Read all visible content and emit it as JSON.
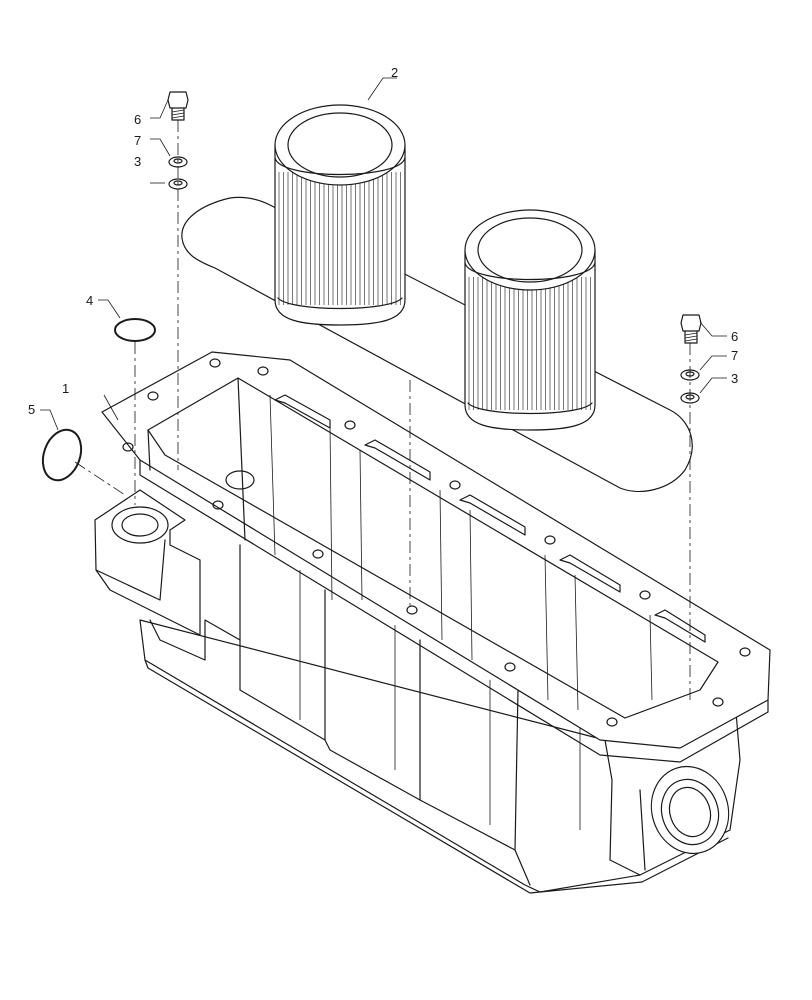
{
  "callouts": {
    "c1": "1",
    "c2": "2",
    "c3a": "3",
    "c3b": "3",
    "c4": "4",
    "c5": "5",
    "c6a": "6",
    "c6b": "6",
    "c7a": "7",
    "c7b": "7"
  }
}
